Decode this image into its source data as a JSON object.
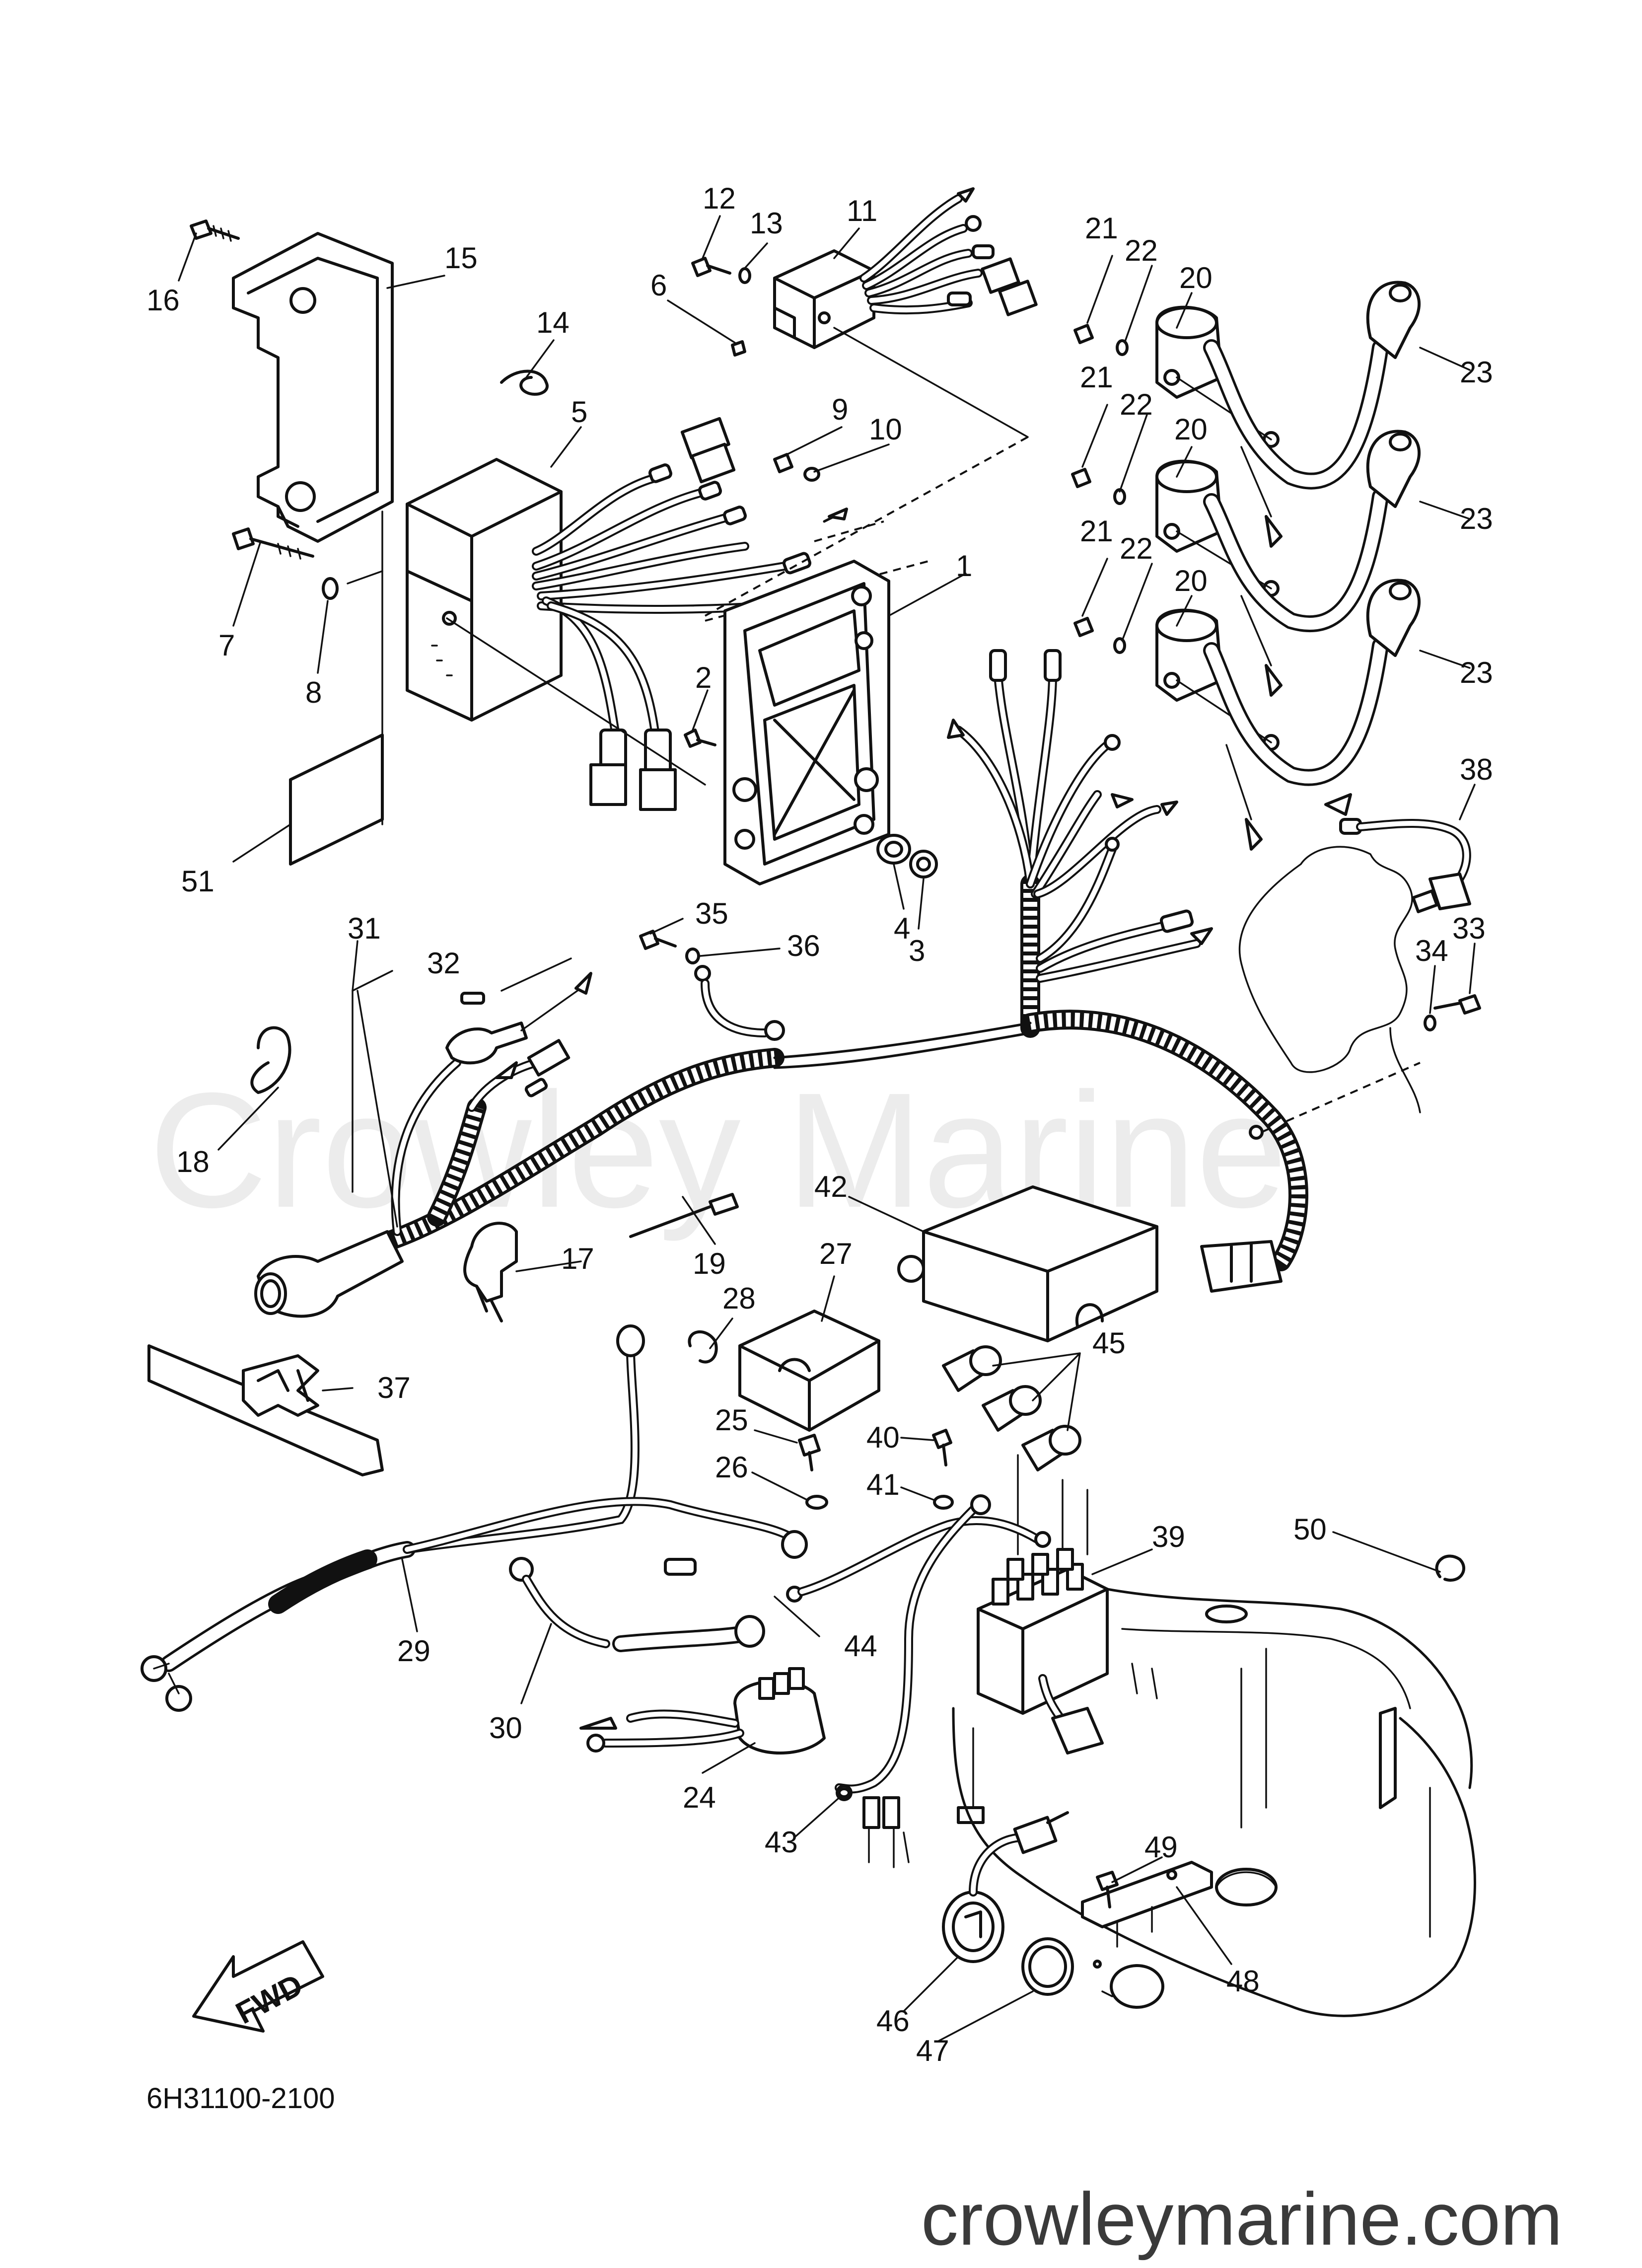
{
  "diagram": {
    "drawing_number": "6H31100-2100",
    "watermark": "Crowley Marine",
    "footer_url": "crowleymarine.com",
    "fwd_mark": "FWD",
    "callouts": [
      {
        "id": "c1",
        "label": "1"
      },
      {
        "id": "c2",
        "label": "2"
      },
      {
        "id": "c3",
        "label": "3"
      },
      {
        "id": "c4",
        "label": "4"
      },
      {
        "id": "c5",
        "label": "5"
      },
      {
        "id": "c6",
        "label": "6"
      },
      {
        "id": "c7",
        "label": "7"
      },
      {
        "id": "c8",
        "label": "8"
      },
      {
        "id": "c9",
        "label": "9"
      },
      {
        "id": "c10",
        "label": "10"
      },
      {
        "id": "c11",
        "label": "11"
      },
      {
        "id": "c12",
        "label": "12"
      },
      {
        "id": "c13",
        "label": "13"
      },
      {
        "id": "c14",
        "label": "14"
      },
      {
        "id": "c15",
        "label": "15"
      },
      {
        "id": "c16",
        "label": "16"
      },
      {
        "id": "c17",
        "label": "17"
      },
      {
        "id": "c18",
        "label": "18"
      },
      {
        "id": "c19",
        "label": "19"
      },
      {
        "id": "c20a",
        "label": "20"
      },
      {
        "id": "c20b",
        "label": "20"
      },
      {
        "id": "c20c",
        "label": "20"
      },
      {
        "id": "c21a",
        "label": "21"
      },
      {
        "id": "c21b",
        "label": "21"
      },
      {
        "id": "c21c",
        "label": "21"
      },
      {
        "id": "c22a",
        "label": "22"
      },
      {
        "id": "c22b",
        "label": "22"
      },
      {
        "id": "c22c",
        "label": "22"
      },
      {
        "id": "c23a",
        "label": "23"
      },
      {
        "id": "c23b",
        "label": "23"
      },
      {
        "id": "c23c",
        "label": "23"
      },
      {
        "id": "c24",
        "label": "24"
      },
      {
        "id": "c25",
        "label": "25"
      },
      {
        "id": "c26",
        "label": "26"
      },
      {
        "id": "c27",
        "label": "27"
      },
      {
        "id": "c28",
        "label": "28"
      },
      {
        "id": "c29",
        "label": "29"
      },
      {
        "id": "c30",
        "label": "30"
      },
      {
        "id": "c31",
        "label": "31"
      },
      {
        "id": "c32",
        "label": "32"
      },
      {
        "id": "c33",
        "label": "33"
      },
      {
        "id": "c34",
        "label": "34"
      },
      {
        "id": "c35",
        "label": "35"
      },
      {
        "id": "c36",
        "label": "36"
      },
      {
        "id": "c37",
        "label": "37"
      },
      {
        "id": "c38",
        "label": "38"
      },
      {
        "id": "c39",
        "label": "39"
      },
      {
        "id": "c40",
        "label": "40"
      },
      {
        "id": "c41",
        "label": "41"
      },
      {
        "id": "c42",
        "label": "42"
      },
      {
        "id": "c43",
        "label": "43"
      },
      {
        "id": "c44",
        "label": "44"
      },
      {
        "id": "c45",
        "label": "45"
      },
      {
        "id": "c46",
        "label": "46"
      },
      {
        "id": "c47",
        "label": "47"
      },
      {
        "id": "c48",
        "label": "48"
      },
      {
        "id": "c49",
        "label": "49"
      },
      {
        "id": "c50",
        "label": "50"
      },
      {
        "id": "c51",
        "label": "51"
      }
    ]
  }
}
